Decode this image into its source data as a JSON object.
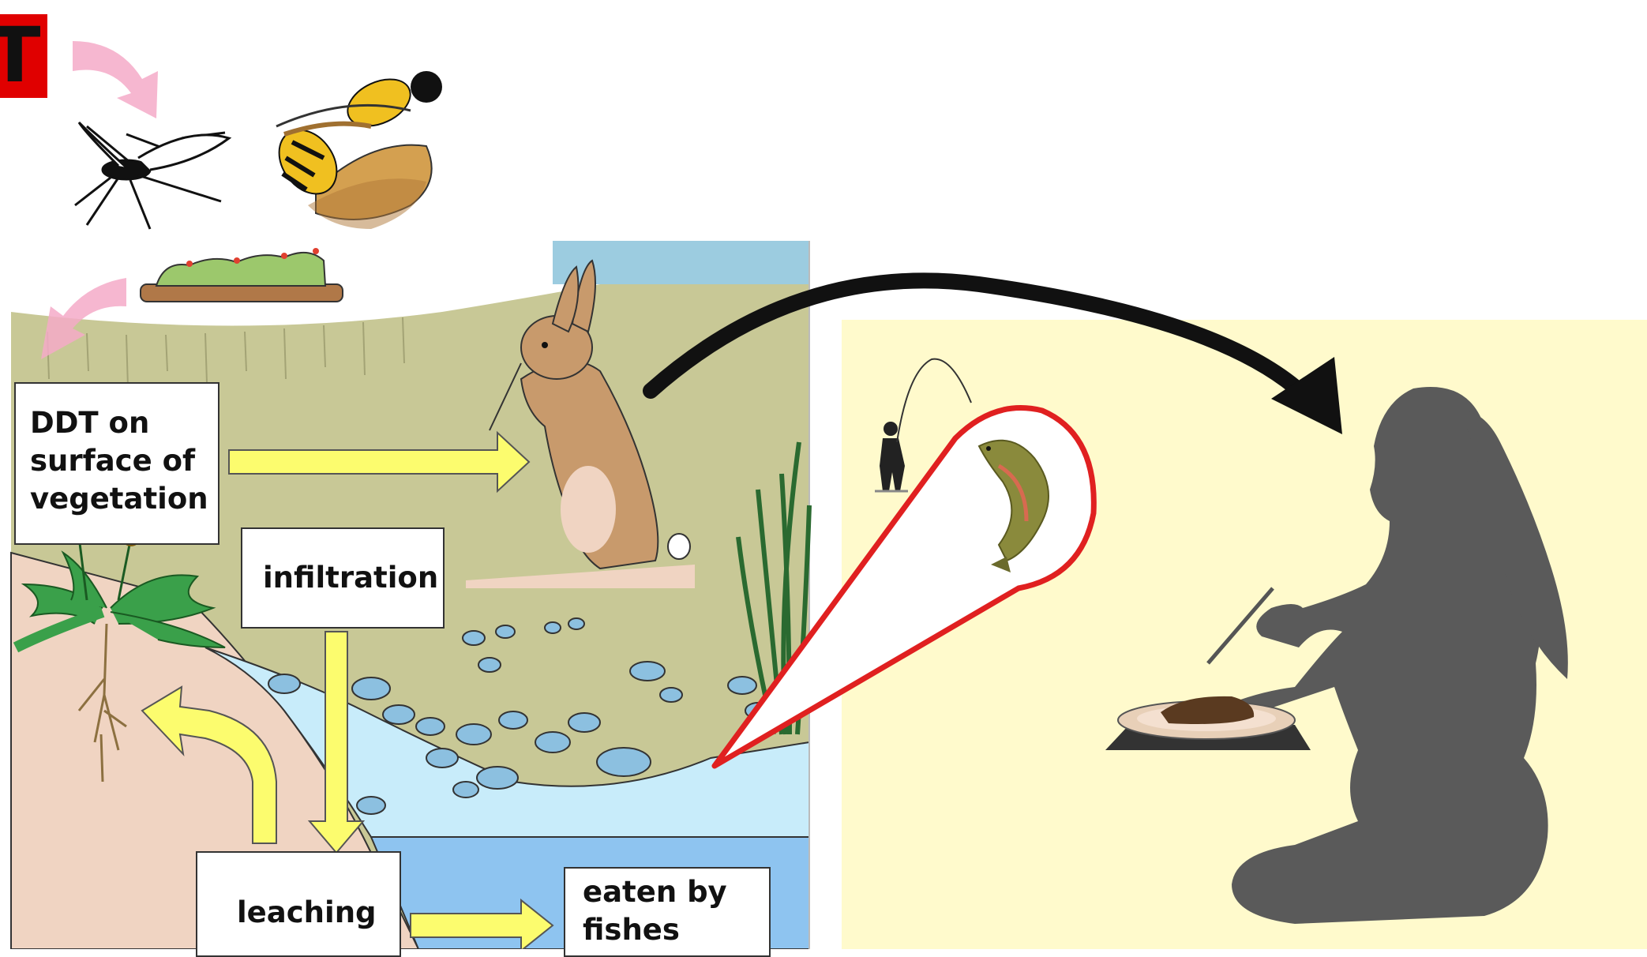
{
  "corner_label": "T",
  "labels": {
    "ddt_surface": [
      "DDT on",
      "surface of",
      "vegetation"
    ],
    "infiltration": "infiltration",
    "leaching": "leaching",
    "eaten_by_fishes": [
      "eaten by",
      "fishes"
    ]
  },
  "colors": {
    "ground_olive": "#c8c896",
    "soil_pink": "#f0d4c2",
    "water_light": "#c8ecfa",
    "water_deep": "#8ec4f0",
    "arrow_yellow": "#fcfc6e",
    "pink_arrow": "#f4aac8",
    "panel_cream": "#fffacc",
    "silhouette": "#5a5a5a",
    "callout_red": "#e02020",
    "rabbit": "#c89a6c",
    "leaf_green": "#3aa04a"
  },
  "icons": [
    "mosquito-icon",
    "wasp-icon",
    "caterpillar-icon",
    "rabbit-icon",
    "dandelion-icon",
    "reeds-icon",
    "fisherman-icon",
    "fish-icon",
    "plate-icon",
    "pregnant-woman-icon"
  ]
}
